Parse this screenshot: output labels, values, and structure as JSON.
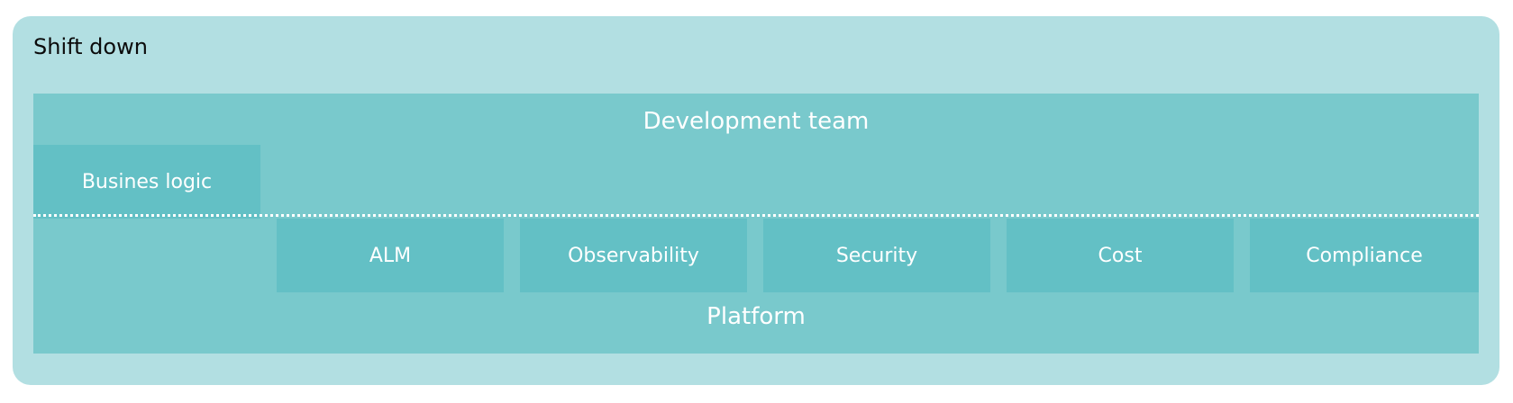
{
  "diagram": {
    "title": "Shift down",
    "development_team": "Development team",
    "business_logic": "Busines logic",
    "platform": "Platform",
    "capabilities": [
      "ALM",
      "Observability",
      "Security",
      "Cost",
      "Compliance"
    ]
  }
}
